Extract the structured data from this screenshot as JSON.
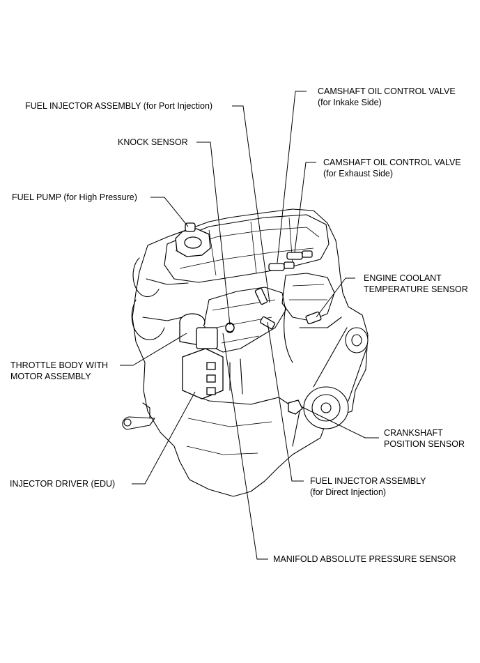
{
  "labels": {
    "cam_intake": {
      "line1": "CAMSHAFT OIL CONTROL VALVE",
      "line2": "(for Inkake Side)"
    },
    "injector_port": {
      "line1": "FUEL INJECTOR ASSEMBLY (for Port Injection)"
    },
    "knock": {
      "line1": "KNOCK SENSOR"
    },
    "cam_exhaust": {
      "line1": "CAMSHAFT OIL CONTROL VALVE",
      "line2": "(for Exhaust Side)"
    },
    "fuel_pump": {
      "line1": "FUEL PUMP (for High Pressure)"
    },
    "coolant": {
      "line1": "ENGINE COOLANT",
      "line2": "TEMPERATURE SENSOR"
    },
    "throttle": {
      "line1": "THROTTLE BODY WITH",
      "line2": "MOTOR ASSEMBLY"
    },
    "crankshaft": {
      "line1": "CRANKSHAFT",
      "line2": "POSITION SENSOR"
    },
    "injector_driver": {
      "line1": "INJECTOR DRIVER (EDU)"
    },
    "injector_direct": {
      "line1": "FUEL INJECTOR ASSEMBLY",
      "line2": "(for Direct Injection)"
    },
    "map_sensor": {
      "line1": "MANIFOLD ABSOLUTE PRESSURE SENSOR"
    }
  }
}
